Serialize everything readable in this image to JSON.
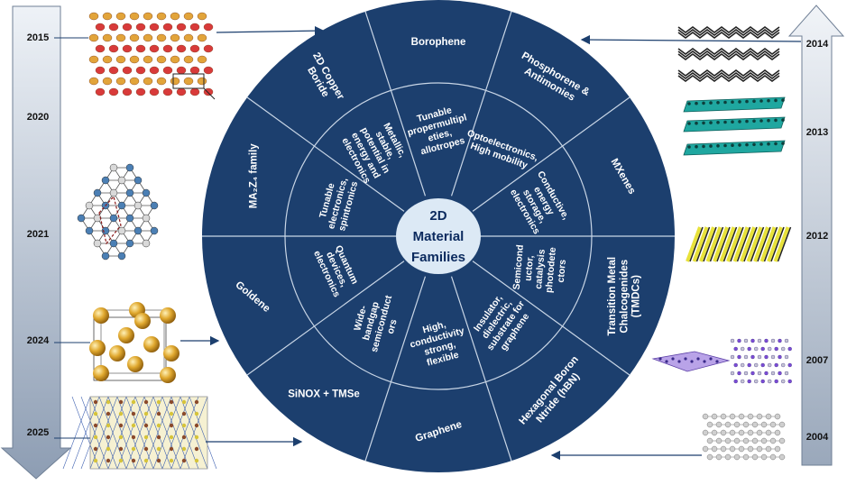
{
  "center": {
    "line1": "2D",
    "line2": "Material",
    "line3": "Families"
  },
  "families": [
    {
      "name": [
        "Borophene"
      ],
      "property": [
        "Tunable",
        "propermultipl",
        "eties,",
        "allotropes"
      ]
    },
    {
      "name": [
        "Phosphorene &",
        "Antimonies"
      ],
      "property": [
        "Optoelectronics,",
        "High mobility"
      ]
    },
    {
      "name": [
        "MXenes"
      ],
      "property": [
        "Conductive,",
        "energy",
        "storage,",
        "electronics"
      ]
    },
    {
      "name": [
        "Transition Metal",
        "Chalcogenides",
        "(TMDCs)"
      ],
      "property": [
        "Semicond",
        "uctor,",
        "catalysis",
        "photodete",
        "ctors"
      ]
    },
    {
      "name": [
        "Hexagonal Boron",
        "Ntride (hBN)"
      ],
      "property": [
        "Insulator,",
        "dielectric,",
        "substrate for",
        "graphene"
      ]
    },
    {
      "name": [
        "Graphene"
      ],
      "property": [
        "High,",
        "conductivity",
        "strong,",
        "flexible"
      ]
    },
    {
      "name": [
        "SiNOX + TMSe"
      ],
      "property": [
        "Wide-",
        "bandgap",
        "semiconduct",
        "ors"
      ]
    },
    {
      "name": [
        "Goldene"
      ],
      "property": [
        "Quantum",
        "devices,",
        "electronics"
      ]
    },
    {
      "name": [
        "MA₂Z₄ family"
      ],
      "property": [
        "Tunable",
        "electronics,",
        "spintronics"
      ]
    },
    {
      "name": [
        "2D Copper",
        "Boride"
      ],
      "property": [
        "Metallic,",
        "stable,",
        "potential in",
        "energy and",
        "electronics"
      ]
    }
  ],
  "left_timeline": [
    "2015",
    "2020",
    "2021",
    "2024",
    "2025"
  ],
  "right_timeline": [
    "2014",
    "2013",
    "2012",
    "2007",
    "2004"
  ],
  "colors": {
    "wheel": "#1c3f6e",
    "divider": "#c9d6e6",
    "center_fill": "#dce9f5",
    "arrow_light": "#e9eef5",
    "arrow_dark": "#97a6ba"
  }
}
